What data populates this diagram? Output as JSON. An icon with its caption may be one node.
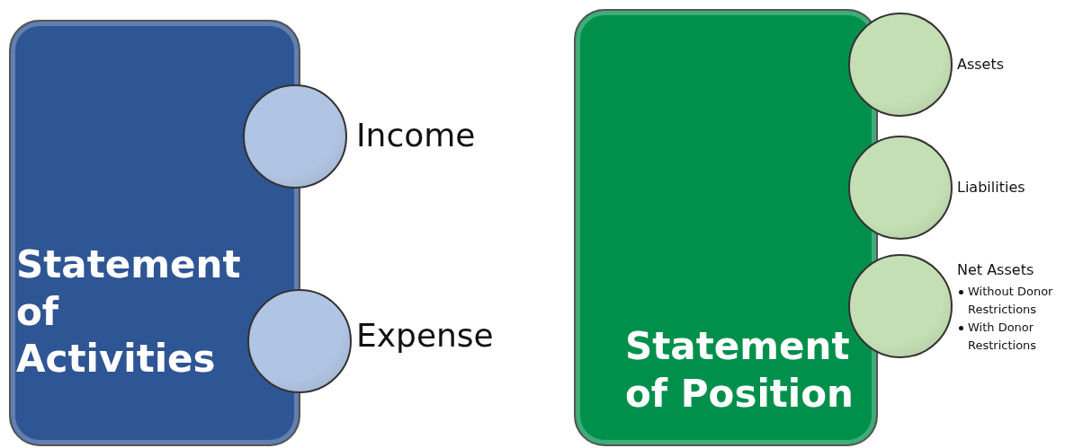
{
  "diagram": {
    "nodes": [
      {
        "text": [
          "Statement of Activities"
        ]
      },
      {
        "text": [],
        "shape": "circle",
        "beside": [
          "Income"
        ]
      },
      {
        "text": [],
        "shape": "circle",
        "beside": [
          "Expense"
        ]
      },
      {
        "text": [
          "Statement of Position"
        ]
      },
      {
        "text": [],
        "shape": "circle",
        "beside": [
          "Assets"
        ]
      },
      {
        "text": [],
        "shape": "circle",
        "beside": [
          "Liabilities"
        ]
      },
      {
        "text": [],
        "shape": "circle",
        "beside": [
          "Net Assets",
          "Without Donor Restrictions",
          "With Donor Restrictions"
        ]
      }
    ]
  }
}
